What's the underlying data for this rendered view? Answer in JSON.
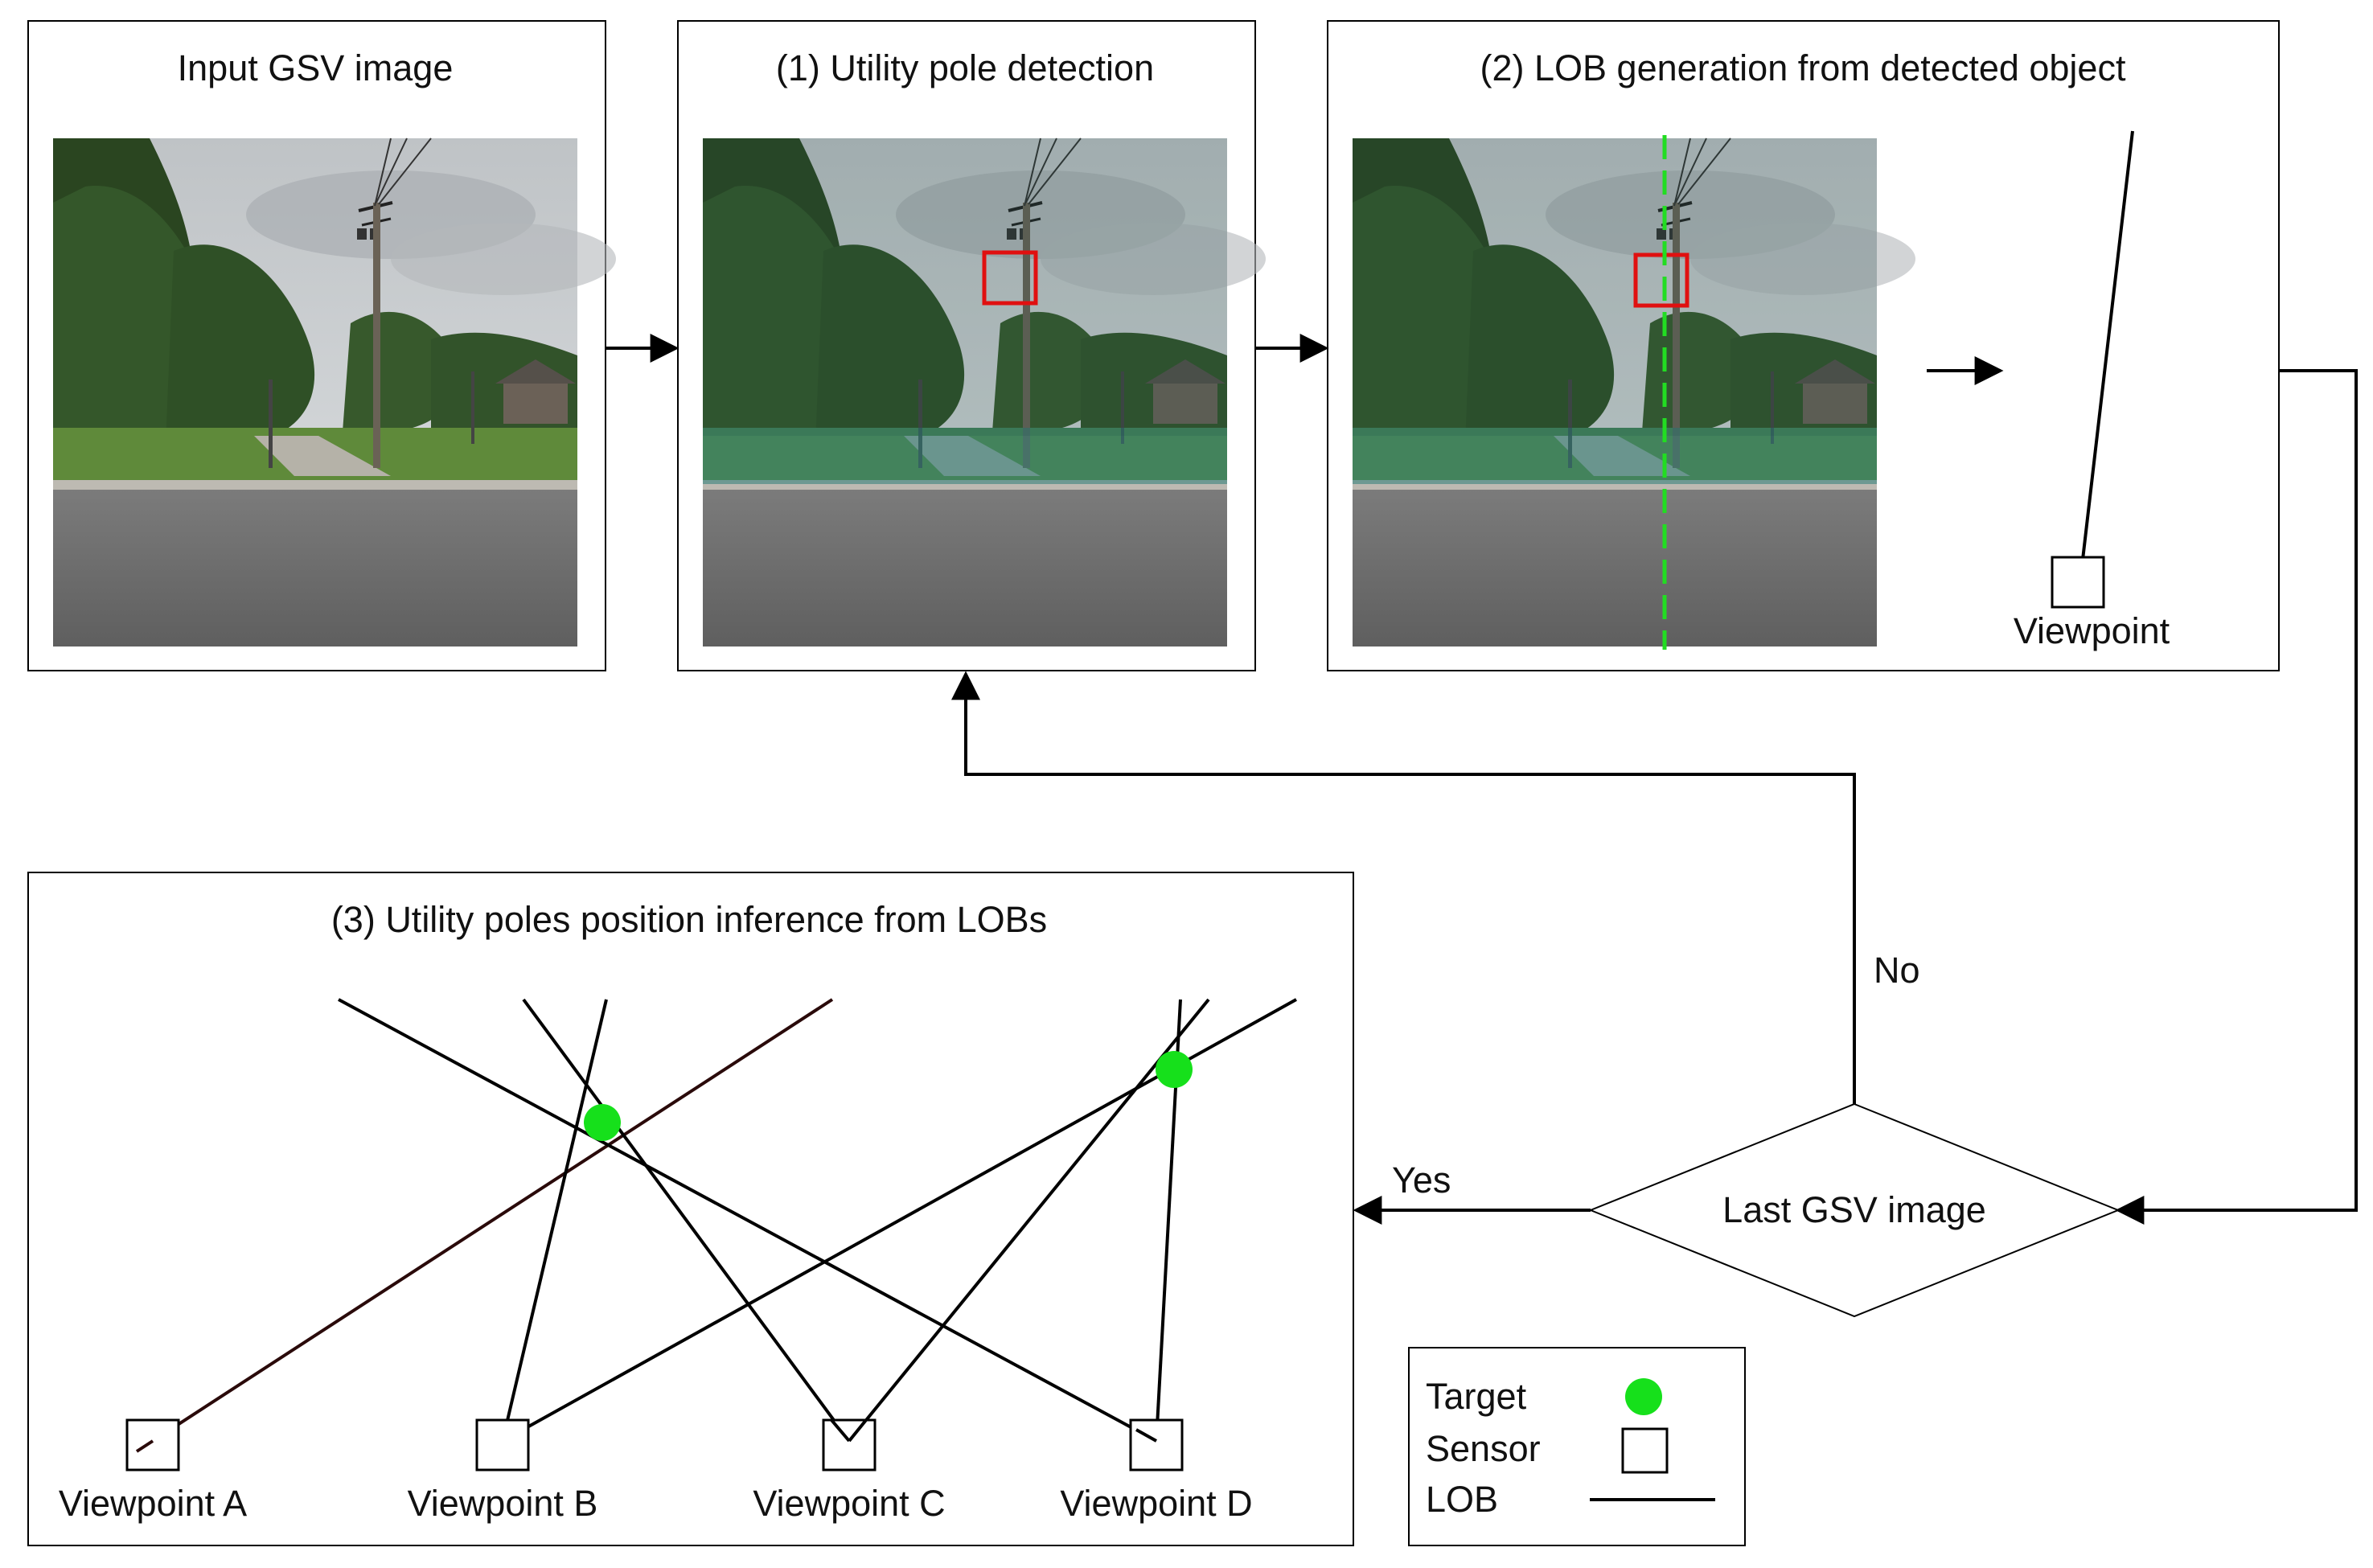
{
  "panels": {
    "input": {
      "title": "Input GSV image"
    },
    "detection": {
      "title": "(1) Utility pole detection"
    },
    "lob_generation": {
      "title": "(2) LOB generation from detected object",
      "viewpoint_label": "Viewpoint"
    },
    "inference": {
      "title": "(3) Utility poles position inference from LOBs",
      "viewpoints": [
        "Viewpoint A",
        "Viewpoint B",
        "Viewpoint C",
        "Viewpoint D"
      ]
    }
  },
  "decision": {
    "label": "Last GSV image",
    "yes_label": "Yes",
    "no_label": "No"
  },
  "legend": {
    "target_label": "Target",
    "sensor_label": "Sensor",
    "lob_label": "LOB"
  },
  "colors": {
    "target": "#16e01b",
    "detection_box": "#e01010",
    "lob_dashed": "#22dd22",
    "line": "#000000",
    "sky": "#c9cdd0",
    "trees": "#2c4a23",
    "grass": "#5f8a3a",
    "road": "#6e6e6e"
  }
}
